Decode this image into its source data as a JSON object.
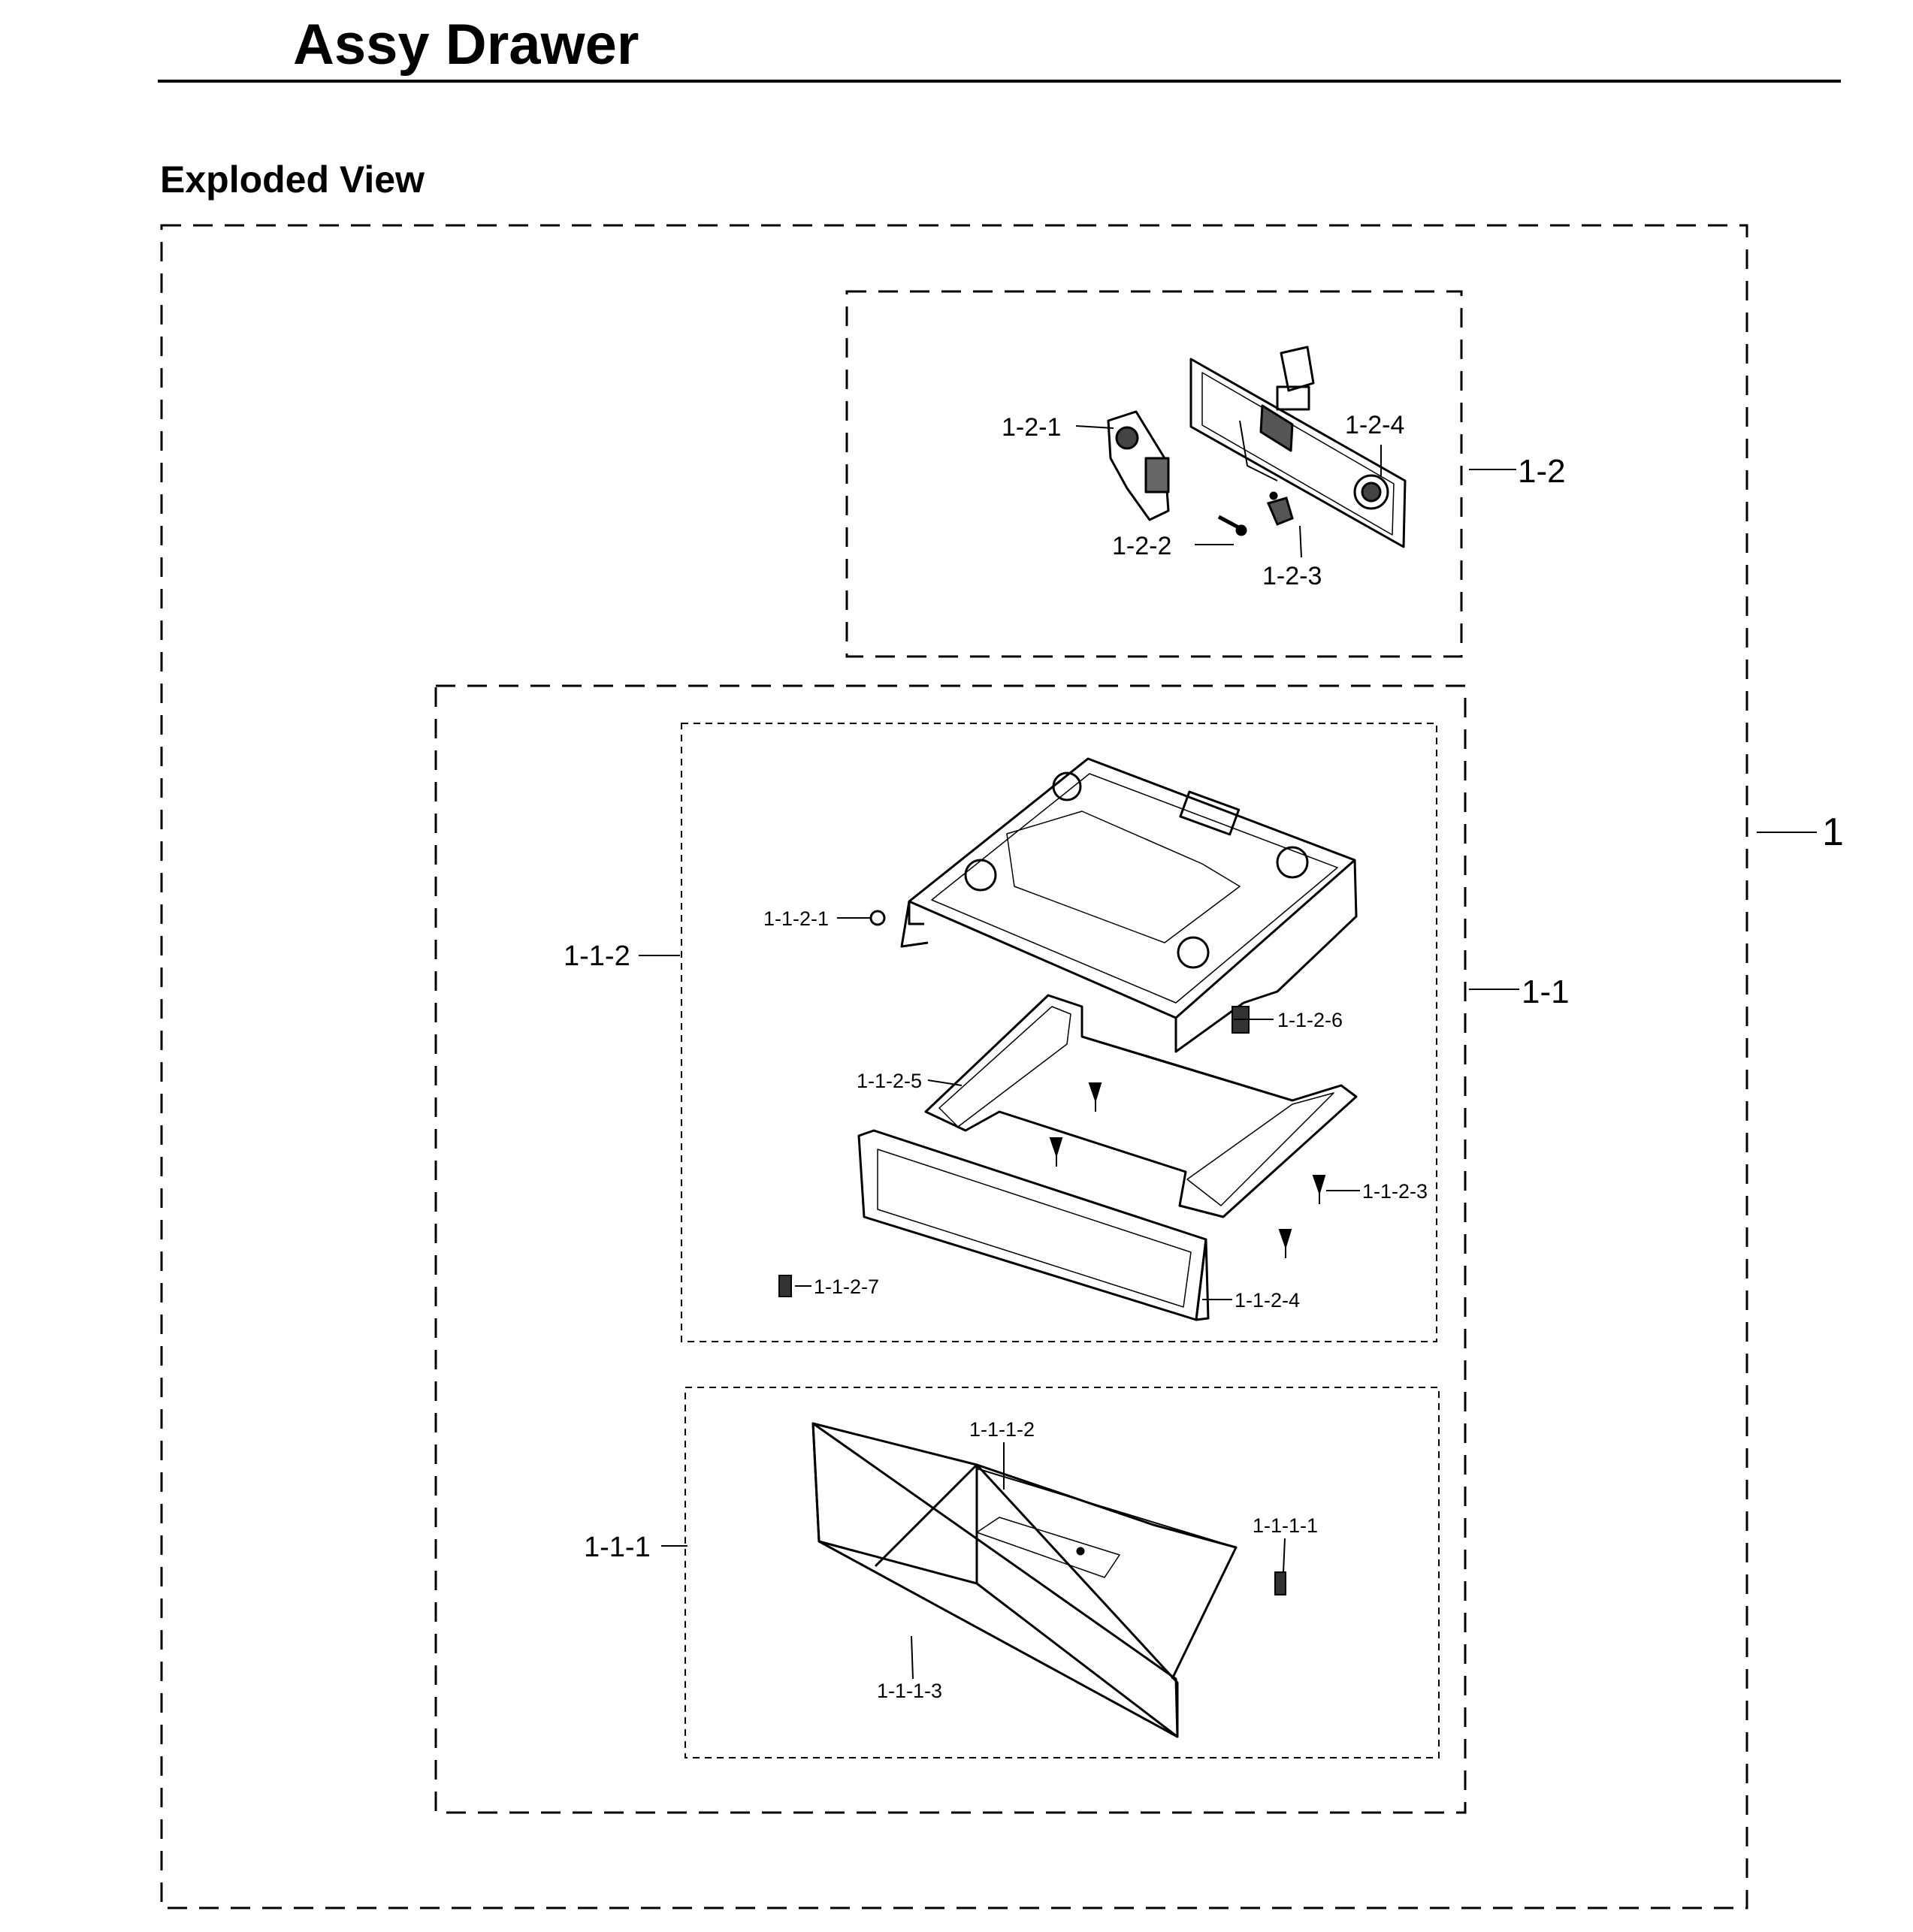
{
  "header": {
    "title": "Assy Drawer"
  },
  "section": {
    "heading": "Exploded View"
  },
  "diagram": {
    "labels": {
      "l1": "1",
      "l1_1": "1-1",
      "l1_2": "1-2",
      "l1_1_1": "1-1-1",
      "l1_1_2": "1-1-2",
      "l1_2_1": "1-2-1",
      "l1_2_2": "1-2-2",
      "l1_2_3": "1-2-3",
      "l1_2_4": "1-2-4",
      "l1_1_2_1": "1-1-2-1",
      "l1_1_2_3": "1-1-2-3",
      "l1_1_2_4": "1-1-2-4",
      "l1_1_2_5": "1-1-2-5",
      "l1_1_2_6": "1-1-2-6",
      "l1_1_2_7": "1-1-2-7",
      "l1_1_1_1": "1-1-1-1",
      "l1_1_1_2": "1-1-1-2",
      "l1_1_1_3": "1-1-1-3"
    }
  }
}
